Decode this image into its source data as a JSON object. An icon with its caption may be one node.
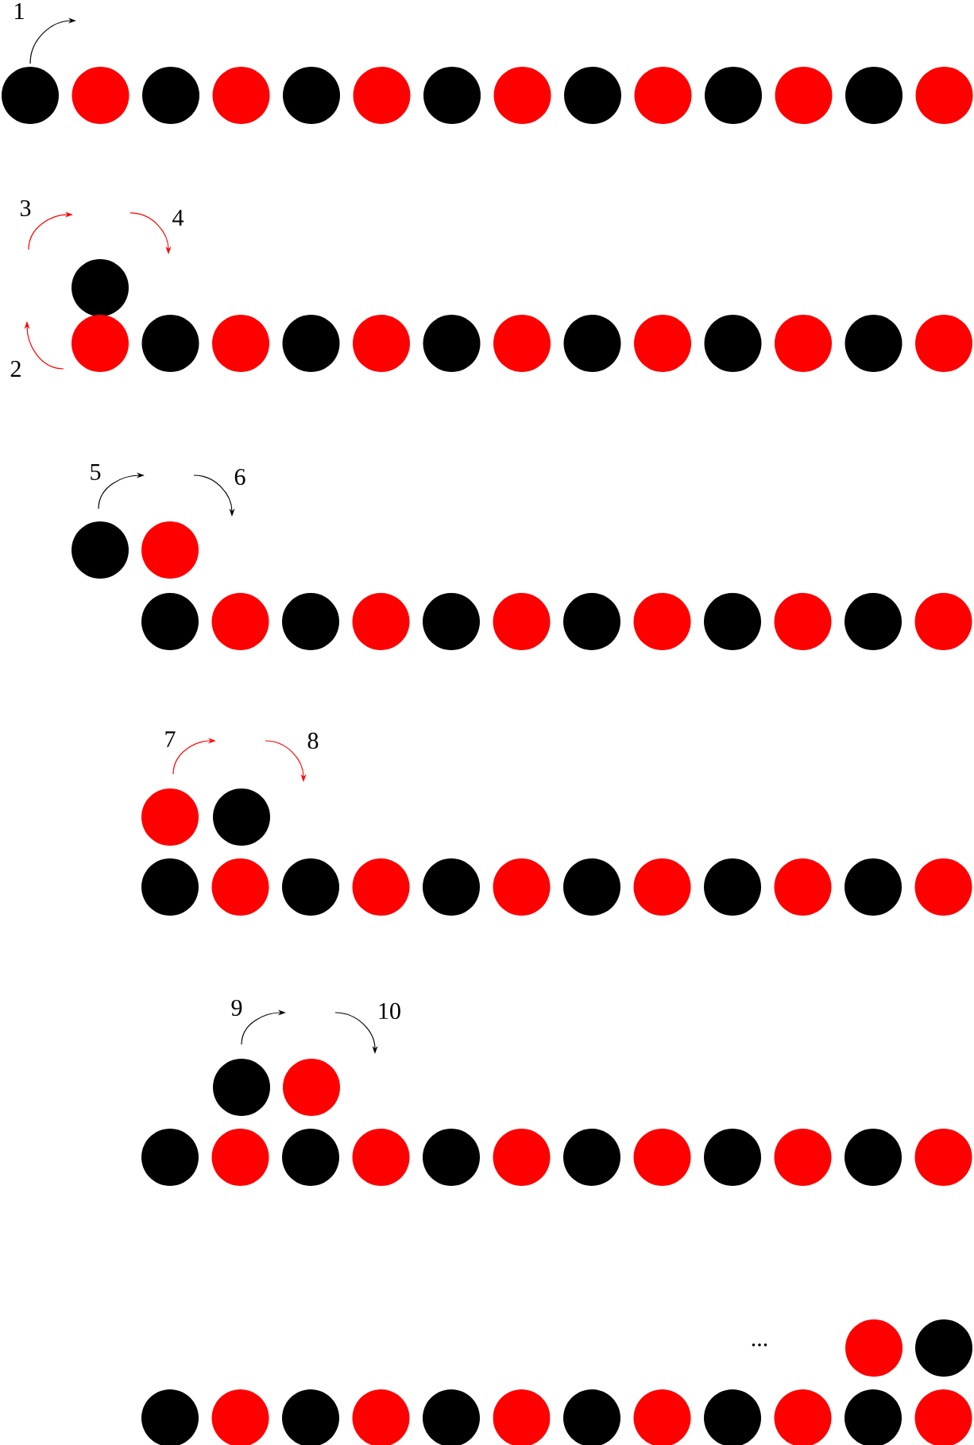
{
  "diagram": {
    "labels": [
      "1",
      "3",
      "4",
      "2",
      "5",
      "6",
      "7",
      "8",
      "9",
      "10",
      "..."
    ]
  }
}
